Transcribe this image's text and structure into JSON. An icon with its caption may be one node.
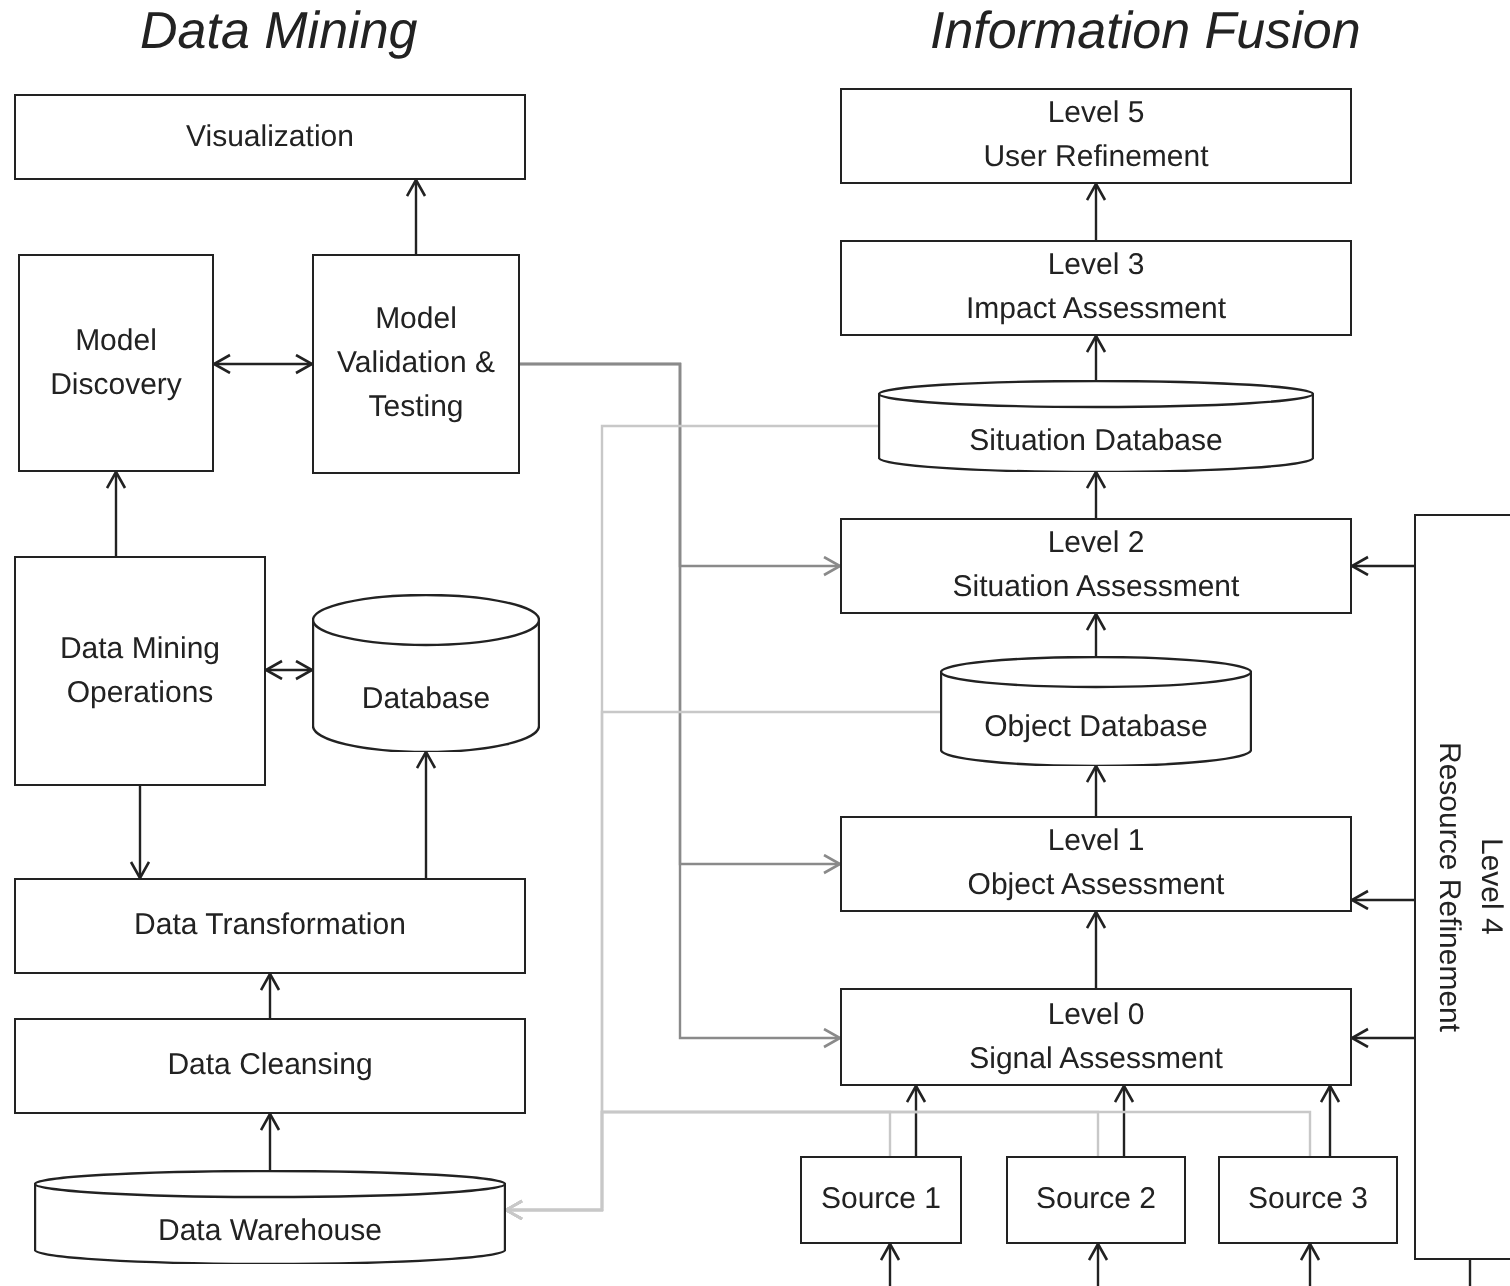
{
  "diagram": {
    "nodes": [
      {
        "text": [
          "Visualization"
        ]
      },
      {
        "text": [
          "Model Discovery"
        ]
      },
      {
        "text": [
          "Model Validation & Testing"
        ]
      },
      {
        "text": [
          "Data Mining Operations"
        ]
      },
      {
        "text": [
          "Database"
        ]
      },
      {
        "text": [
          "Data Transformation"
        ]
      },
      {
        "text": [
          "Data Cleansing"
        ]
      },
      {
        "text": [
          "Data Warehouse"
        ]
      },
      {
        "text": [
          "Level 5",
          "User Refinement"
        ]
      },
      {
        "text": [
          "Level 3",
          "Impact Assessment"
        ]
      },
      {
        "text": [
          "Situation Database"
        ]
      },
      {
        "text": [
          "Level 2",
          "Situation Assessment"
        ]
      },
      {
        "text": [
          "Object Database"
        ]
      },
      {
        "text": [
          "Level 1",
          "Object Assessment"
        ]
      },
      {
        "text": [
          "Level 0",
          "Signal Assessment"
        ]
      },
      {
        "text": [
          "Source 1"
        ]
      },
      {
        "text": [
          "Source 2"
        ]
      },
      {
        "text": [
          "Source 3"
        ]
      },
      {
        "text": [
          "Level 4",
          "Resource Refinement"
        ]
      }
    ],
    "edges": [
      {
        "from": 2,
        "to": 0,
        "arrow": "to"
      },
      {
        "from": 1,
        "to": 2,
        "arrow": "both"
      },
      {
        "from": 3,
        "to": 1,
        "arrow": "to"
      },
      {
        "from": 3,
        "to": 4,
        "arrow": "both"
      },
      {
        "from": 3,
        "to": 5,
        "arrow": "to"
      },
      {
        "from": 5,
        "to": 4,
        "arrow": "to"
      },
      {
        "from": 6,
        "to": 5,
        "arrow": "to"
      },
      {
        "from": 7,
        "to": 6,
        "arrow": "to"
      },
      {
        "from": 9,
        "to": 8,
        "arrow": "to"
      },
      {
        "from": 10,
        "to": 9,
        "arrow": "to"
      },
      {
        "from": 11,
        "to": 10,
        "arrow": "to"
      },
      {
        "from": 12,
        "to": 11,
        "arrow": "to"
      },
      {
        "from": 13,
        "to": 12,
        "arrow": "to"
      },
      {
        "from": 14,
        "to": 13,
        "arrow": "to"
      },
      {
        "from": 15,
        "to": 14,
        "arrow": "to"
      },
      {
        "from": 16,
        "to": 14,
        "arrow": "to"
      },
      {
        "from": 17,
        "to": 14,
        "arrow": "to"
      },
      {
        "from": null,
        "to": 15,
        "arrow": "to"
      },
      {
        "from": null,
        "to": 16,
        "arrow": "to"
      },
      {
        "from": null,
        "to": 17,
        "arrow": "to"
      },
      {
        "from": 18,
        "to": 11,
        "arrow": "to"
      },
      {
        "from": 18,
        "to": 13,
        "arrow": "to"
      },
      {
        "from": 18,
        "to": 14,
        "arrow": "to"
      },
      {
        "from": 18,
        "to": null,
        "arrow": "none"
      },
      {
        "from": 2,
        "to": 11,
        "arrow": "to",
        "color": "#8a8a8a"
      },
      {
        "from": 2,
        "to": 13,
        "arrow": "to",
        "color": "#8a8a8a"
      },
      {
        "from": 2,
        "to": 14,
        "arrow": "to",
        "color": "#8a8a8a"
      },
      {
        "from": 10,
        "to": 7,
        "arrow": "to",
        "color": "#c8c8c8"
      },
      {
        "from": 12,
        "to": 7,
        "arrow": "to",
        "color": "#c8c8c8"
      },
      {
        "from": 15,
        "to": 7,
        "arrow": "to",
        "color": "#c8c8c8"
      },
      {
        "from": 16,
        "to": 7,
        "arrow": "to",
        "color": "#c8c8c8"
      },
      {
        "from": 17,
        "to": 7,
        "arrow": "to",
        "color": "#c8c8c8"
      }
    ],
    "labels": [
      "Data Mining",
      "Information Fusion"
    ]
  }
}
